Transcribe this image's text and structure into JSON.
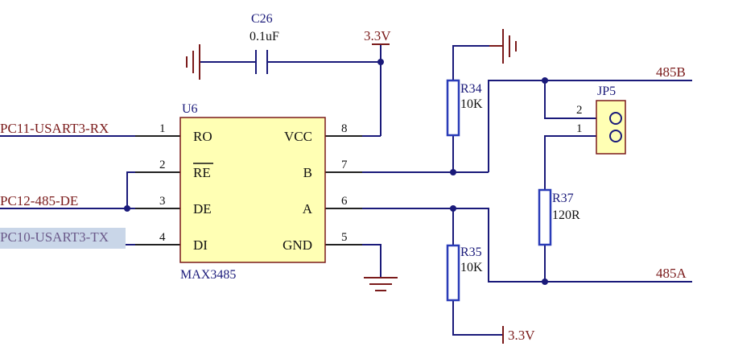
{
  "components": {
    "c26": {
      "ref": "C26",
      "value": "0.1uF"
    },
    "u6": {
      "ref": "U6",
      "part": "MAX3485",
      "left_pins": [
        {
          "num": "1",
          "name": "RO"
        },
        {
          "num": "2",
          "name": "RE"
        },
        {
          "num": "3",
          "name": "DE"
        },
        {
          "num": "4",
          "name": "DI"
        }
      ],
      "right_pins": [
        {
          "num": "8",
          "name": "VCC"
        },
        {
          "num": "7",
          "name": "B"
        },
        {
          "num": "6",
          "name": "A"
        },
        {
          "num": "5",
          "name": "GND"
        }
      ]
    },
    "r34": {
      "ref": "R34",
      "value": "10K"
    },
    "r35": {
      "ref": "R35",
      "value": "10K"
    },
    "r37": {
      "ref": "R37",
      "value": "120R"
    },
    "jp5": {
      "ref": "JP5",
      "pins": [
        "2",
        "1"
      ]
    }
  },
  "nets": {
    "rx": "PC11-USART3-RX",
    "de": "PC12-485-DE",
    "tx": "PC10-USART3-TX",
    "b": "485B",
    "a": "485A",
    "vcc_top": "3.3V",
    "vcc_bottom": "3.3V"
  },
  "colors": {
    "wire": "#1a1a7a",
    "chip_fill": "#ffffb4",
    "resistor": "#2a3cb8",
    "net_label": "#7a1a1a",
    "tx_highlight": "#c9d6e8"
  }
}
